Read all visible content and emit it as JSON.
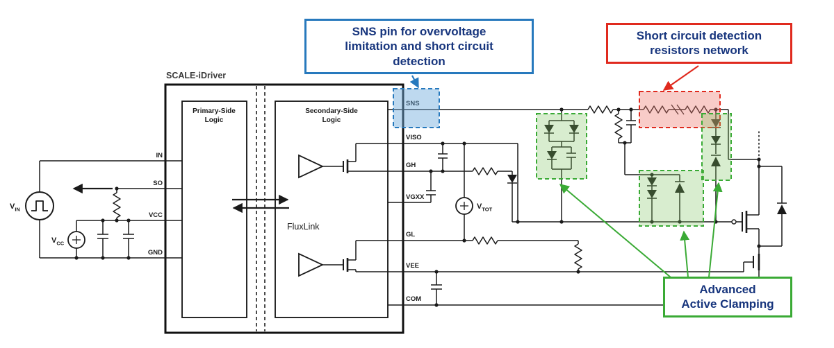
{
  "diagram": {
    "chip_label": "SCALE-iDriver",
    "primary_block": {
      "line1": "Primary-Side",
      "line2": "Logic"
    },
    "secondary_block": {
      "line1": "Secondary-Side",
      "line2": "Logic"
    },
    "isolation_label": "FluxLink",
    "left_pins": [
      {
        "name": "IN"
      },
      {
        "name": "SO"
      },
      {
        "name": "VCC"
      },
      {
        "name": "GND"
      }
    ],
    "right_pins": [
      {
        "name": "SNS"
      },
      {
        "name": "VISO"
      },
      {
        "name": "GH"
      },
      {
        "name": "VGXX"
      },
      {
        "name": "GL"
      },
      {
        "name": "VEE"
      },
      {
        "name": "COM"
      }
    ],
    "sources": {
      "vin": {
        "base": "V",
        "sub": "IN"
      },
      "vcc": {
        "base": "V",
        "sub": "CC"
      },
      "vtot": {
        "base": "V",
        "sub": "TOT"
      }
    }
  },
  "callouts": {
    "sns": {
      "lines": [
        "SNS pin for overvoltage",
        "limitation and short circuit",
        "detection"
      ],
      "border_color": "#2779bd",
      "text_color": "#17357d"
    },
    "short_circuit": {
      "lines": [
        "Short circuit detection",
        "resistors network"
      ],
      "border_color": "#e02a1e",
      "text_color": "#17357d"
    },
    "active_clamp": {
      "lines": [
        "Advanced",
        "Active Clamping"
      ],
      "border_color": "#3aaa35",
      "text_color": "#17357d"
    }
  },
  "highlight_colors": {
    "sns_pin_box": "#2779bd",
    "resistor_network_box": "#e02a1e",
    "active_clamp_boxes": "#3aaa35"
  }
}
